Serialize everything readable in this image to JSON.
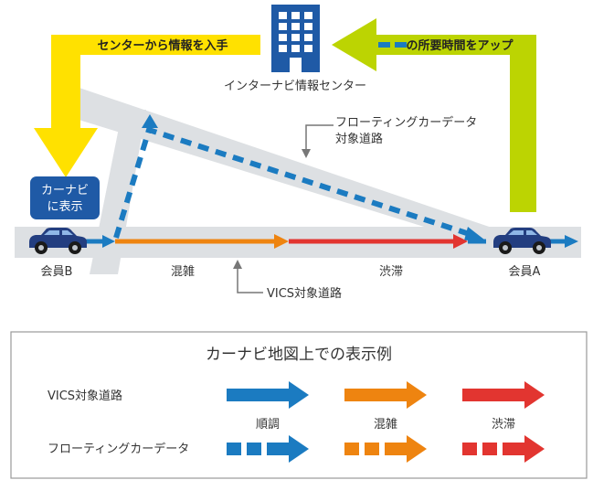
{
  "top": {
    "left_arrow_text": "センターから情報を入手",
    "right_arrow_text": "の所要時間をアップ",
    "building_label": "インターナビ情報センター",
    "floating_road_label_line1": "フローティングカーデータ",
    "floating_road_label_line2": "対象道路",
    "carnavi_badge_line1": "カーナビ",
    "carnavi_badge_line2": "に表示",
    "member_b": "会員B",
    "member_a": "会員A",
    "congestion": "混雑",
    "traffic_jam": "渋滞",
    "vics_road_label": "VICS対象道路"
  },
  "legend": {
    "title": "カーナビ地図上での表示例",
    "row1_label": "VICS対象道路",
    "row2_label": "フローティングカーデータ",
    "col_smooth": "順調",
    "col_congested": "混雑",
    "col_jam": "渋滞"
  },
  "colors": {
    "yellow": "#FFE100",
    "lime": "#BCD402",
    "blue": "#1B7BC1",
    "orange": "#EE8410",
    "red": "#E23530",
    "road": "#DDE0E3",
    "navy_badge": "#1F5AA6",
    "car": "#233E80"
  }
}
